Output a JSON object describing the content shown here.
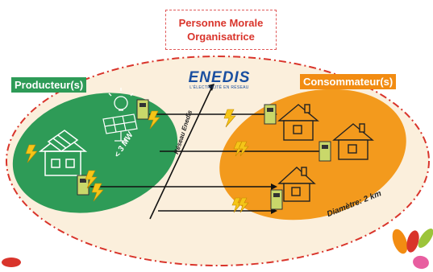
{
  "title": {
    "line1": "Personne Morale",
    "line2": "Organisatrice"
  },
  "producers_label": "Producteur(s)",
  "consumers_label": "Consommateur(s)",
  "enedis": {
    "logo": "ENEDIS",
    "tagline": "L'ÉLECTRICITÉ EN RÉSEAU"
  },
  "capacity_label": "< 3 MW",
  "network_label": "Réseau Enedis",
  "diameter_label": "Diamètre: 2 km",
  "colors": {
    "producer": "#2e9b57",
    "consumer": "#f28c12",
    "perimeter": "#d9342b",
    "area": "#fbefdc"
  },
  "icons": [
    "house-icon",
    "solar-panel-icon",
    "lightbulb-icon",
    "meter-icon",
    "lightning-icon"
  ]
}
